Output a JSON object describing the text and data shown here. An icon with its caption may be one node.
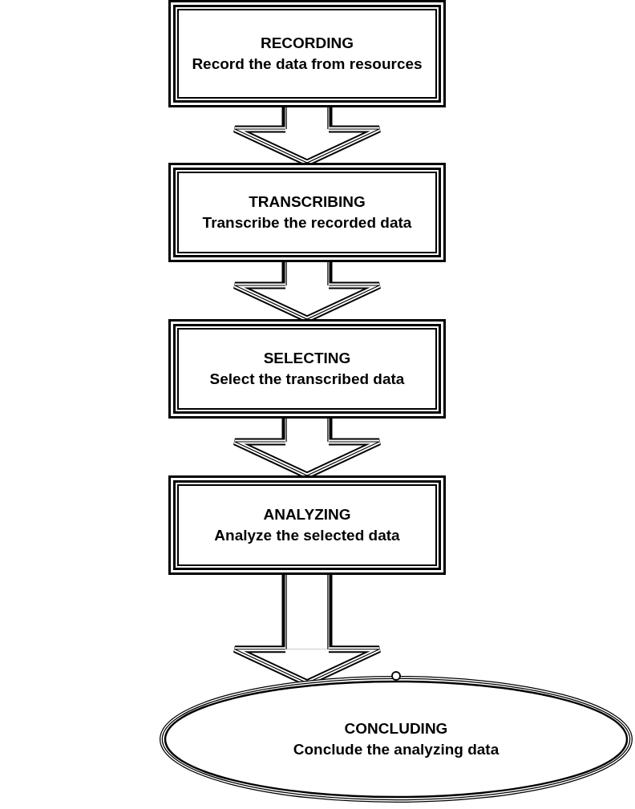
{
  "diagram": {
    "nodes": [
      {
        "text": [
          "RECORDING",
          "Record the data from resources"
        ]
      },
      {
        "text": [
          "TRANSCRIBING",
          "Transcribe the recorded data"
        ]
      },
      {
        "text": [
          "SELECTING",
          "Select the transcribed data"
        ]
      },
      {
        "text": [
          "ANALYZING",
          "Analyze the selected data"
        ]
      },
      {
        "text": [
          "CONCLUDING",
          "Conclude the analyzing data"
        ]
      }
    ],
    "edges": [
      {
        "from": 0,
        "to": 1,
        "arrow": "to"
      },
      {
        "from": 1,
        "to": 2,
        "arrow": "to"
      },
      {
        "from": 2,
        "to": 3,
        "arrow": "to"
      },
      {
        "from": 3,
        "to": 4,
        "arrow": "to"
      }
    ]
  }
}
